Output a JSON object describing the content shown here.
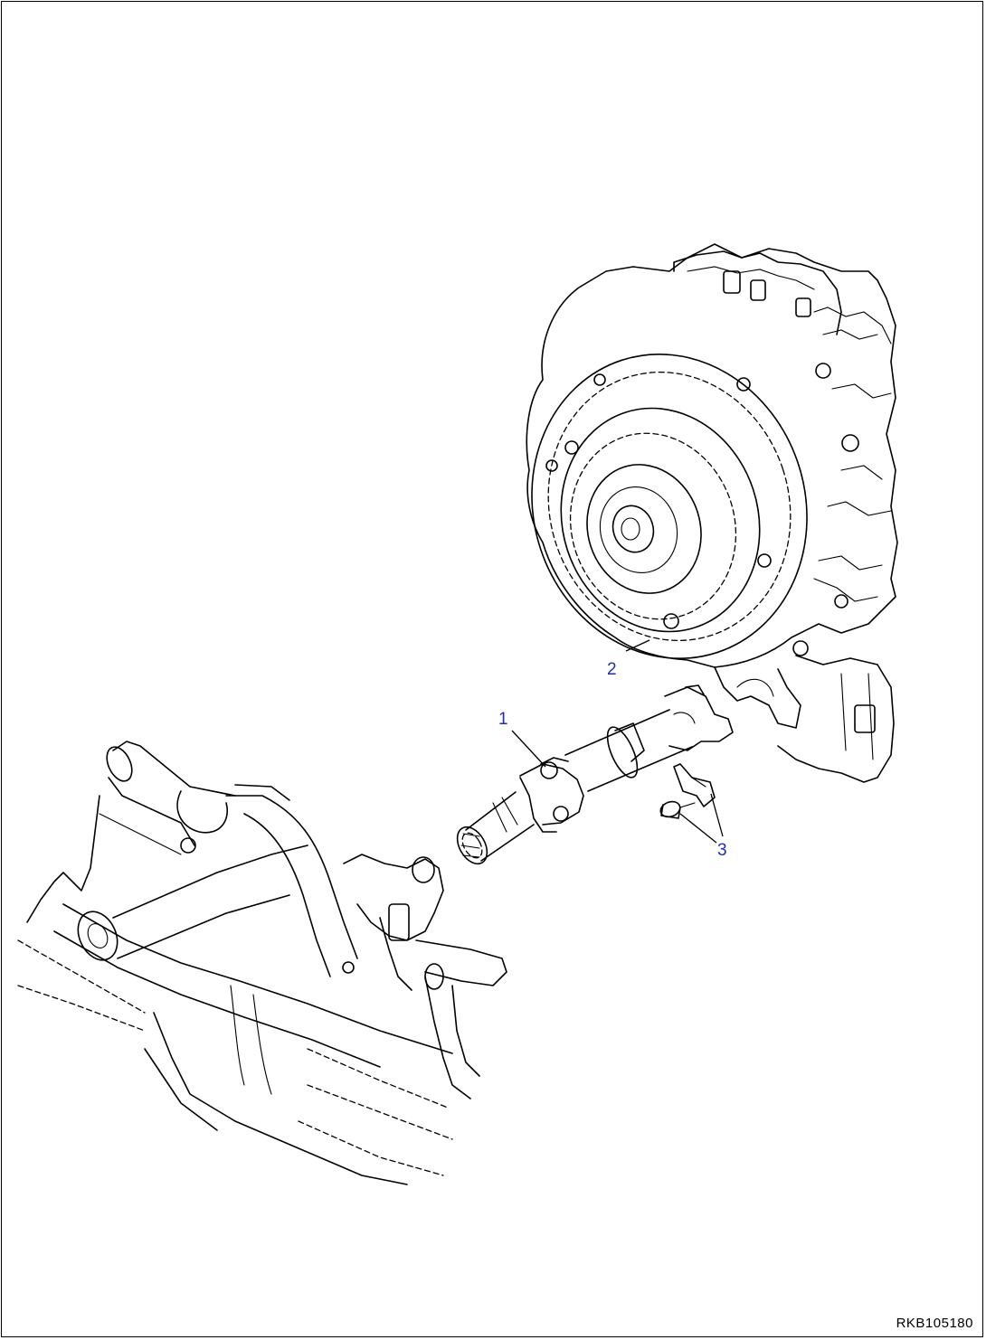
{
  "callouts": {
    "part_1": "1",
    "part_2": "2",
    "part_3": "3"
  },
  "drawing_code": "RKB105180",
  "colors": {
    "callout_text": "#1f2fb0",
    "line": "#000000",
    "background": "#ffffff"
  }
}
